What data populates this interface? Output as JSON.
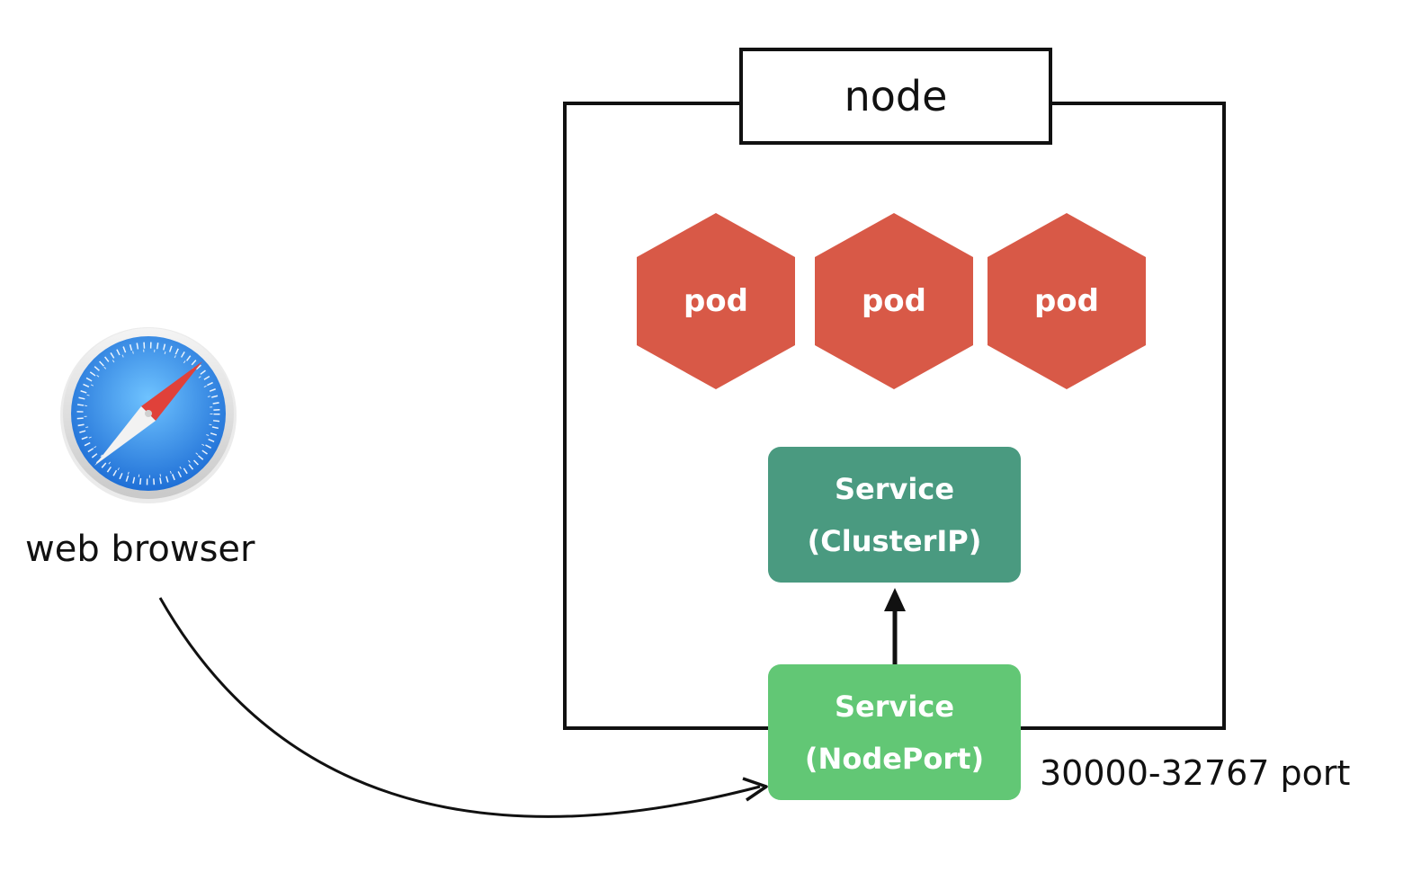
{
  "browser": {
    "label": "web browser",
    "icon": "safari-compass-icon"
  },
  "node": {
    "label": "node"
  },
  "pods": [
    {
      "label": "pod"
    },
    {
      "label": "pod"
    },
    {
      "label": "pod"
    }
  ],
  "services": {
    "cluster_ip": {
      "line1": "Service",
      "line2": "(ClusterIP)"
    },
    "node_port": {
      "line1": "Service",
      "line2": "(NodePort)"
    }
  },
  "port_range": {
    "label": "30000-32767 port"
  },
  "colors": {
    "pod": "#d85947",
    "cluster_ip": "#4a9a80",
    "node_port": "#62c775",
    "browser_blue": "#2f86e8",
    "needle_red": "#e0413a"
  }
}
